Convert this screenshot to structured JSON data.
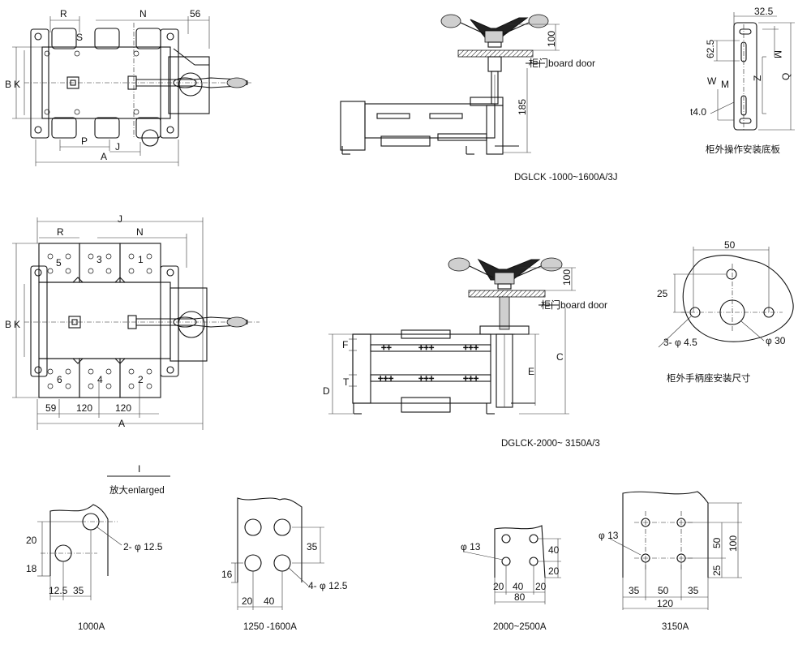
{
  "views": {
    "top_view_1000_1600": {
      "R": "R",
      "N": "N",
      "dim56": "56",
      "S": "S",
      "B": "B",
      "K": "K",
      "P": "P",
      "J": "J",
      "A": "A"
    },
    "side_view_1000_1600": {
      "dim100": "100",
      "dim185": "185",
      "door": "柜门board door",
      "caption": "DGLCK -1000~1600A/3J"
    },
    "base_plate": {
      "dim32_5": "32.5",
      "dim62_5": "62.5",
      "M_top": "M",
      "W": "W",
      "M_mid": "M",
      "Z": "Z",
      "Q": "Q",
      "t4": "t4.0",
      "caption": "柜外操作安装底板"
    },
    "top_view_2000_3150": {
      "J": "J",
      "R": "R",
      "N": "N",
      "B": "B",
      "K": "K",
      "A": "A",
      "terminals_top": [
        "5",
        "3",
        "1"
      ],
      "terminals_bottom": [
        "6",
        "4",
        "2"
      ],
      "dim59": "59",
      "dim120a": "120",
      "dim120b": "120"
    },
    "side_view_2000_3150": {
      "dim100": "100",
      "door": "柜门board door",
      "F": "F",
      "T": "T",
      "D": "D",
      "C": "C",
      "E": "E",
      "caption": "DGLCK-2000~ 3150A/3"
    },
    "handle_seat": {
      "dim50": "50",
      "dim25": "25",
      "holes": "3- φ 4.5",
      "hole30": "φ 30",
      "caption": "柜外手柄座安装尺寸"
    },
    "enlarged": {
      "marker": "I",
      "title": "放大enlarged"
    },
    "busbar_1000A": {
      "dim20": "20",
      "dim18": "18",
      "dim12_5": "12.5",
      "dim35": "35",
      "holes": "2- φ 12.5",
      "caption": "1000A"
    },
    "busbar_1250_1600A": {
      "dim35": "35",
      "dim16": "16",
      "dim20": "20",
      "dim40": "40",
      "holes": "4- φ 12.5",
      "caption": "1250 -1600A"
    },
    "busbar_2000_2500A": {
      "hole": "φ 13",
      "dim40": "40",
      "dim20r": "20",
      "dim20a": "20",
      "dim40b": "40",
      "dim20b": "20",
      "dim80": "80",
      "caption": "2000~2500A"
    },
    "busbar_3150A": {
      "hole": "φ 13",
      "dim50v": "50",
      "dim100": "100",
      "dim25": "25",
      "dim35a": "35",
      "dim50h": "50",
      "dim35b": "35",
      "dim120": "120",
      "caption": "3150A"
    }
  }
}
